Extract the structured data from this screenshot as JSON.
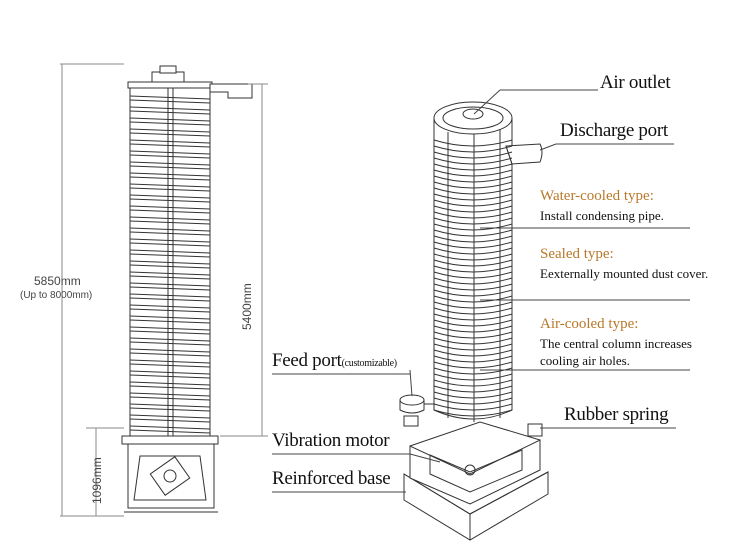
{
  "dimensions": {
    "total_height": "5850mm",
    "total_height_note": "(Up to 8000mm)",
    "column_height": "5400mm",
    "base_height": "1096mm"
  },
  "labels": {
    "air_outlet": "Air outlet",
    "discharge_port": "Discharge port",
    "feed_port": "Feed port",
    "feed_port_note": "(customizable)",
    "vibration_motor": "Vibration motor",
    "reinforced_base": "Reinforced base",
    "rubber_spring": "Rubber spring"
  },
  "types": [
    {
      "title": "Water-cooled type:",
      "desc": "Install condensing pipe."
    },
    {
      "title": "Sealed type:",
      "desc": "Eexternally mounted dust cover."
    },
    {
      "title": "Air-cooled type:",
      "desc": "The central column increases cooling air holes."
    }
  ],
  "colors": {
    "type_title": "#b8782a",
    "line": "#333333"
  }
}
